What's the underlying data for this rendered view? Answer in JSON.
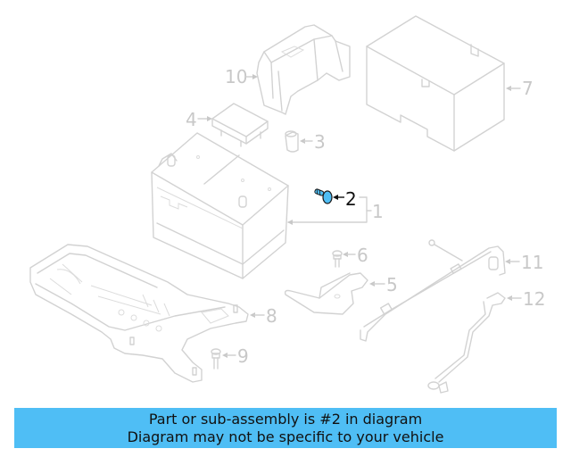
{
  "diagram": {
    "highlight_color": "#4fbef5",
    "line_color": "#d2d2d2",
    "highlighted_part": "2",
    "callouts": [
      {
        "id": "1",
        "label": "1"
      },
      {
        "id": "2",
        "label": "2"
      },
      {
        "id": "3",
        "label": "3"
      },
      {
        "id": "4",
        "label": "4"
      },
      {
        "id": "5",
        "label": "5"
      },
      {
        "id": "6",
        "label": "6"
      },
      {
        "id": "7",
        "label": "7"
      },
      {
        "id": "8",
        "label": "8"
      },
      {
        "id": "9",
        "label": "9"
      },
      {
        "id": "10",
        "label": "10"
      },
      {
        "id": "11",
        "label": "11"
      },
      {
        "id": "12",
        "label": "12"
      }
    ]
  },
  "banner": {
    "line1": "Part or sub-assembly is #2 in diagram",
    "line2": "Diagram may not be specific to your vehicle",
    "background": "#4fbef5"
  }
}
